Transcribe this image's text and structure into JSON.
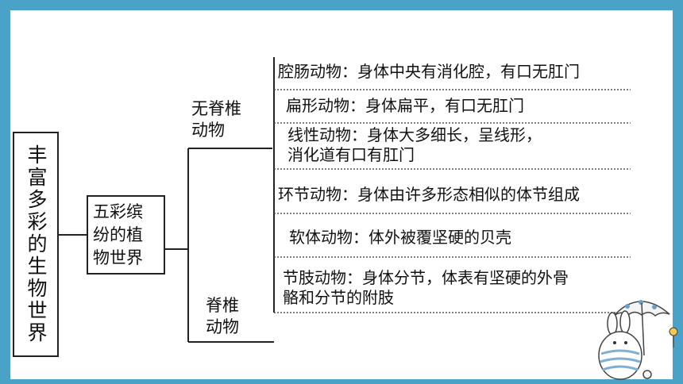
{
  "colors": {
    "frame": "#4aa3c7",
    "line": "#222222",
    "dotted": "#555555"
  },
  "root": {
    "text": "丰富多彩的生物世界"
  },
  "middle": {
    "line1": "五彩缤",
    "line2": "纷的植",
    "line3": "物世界"
  },
  "branches": {
    "invertebrate_line1": "无脊椎",
    "invertebrate_line2": "动物",
    "vertebrate_line1": "脊椎",
    "vertebrate_line2": "动物"
  },
  "items": [
    {
      "lines": [
        "腔肠动物：身体中央有消化腔，有口无肛门"
      ]
    },
    {
      "lines": [
        "扁形动物：身体扁平，有口无肛门"
      ]
    },
    {
      "lines": [
        "线性动物：身体大多细长，呈线形，",
        "消化道有口有肛门"
      ]
    },
    {
      "lines": [
        "环节动物：身体由许多形态相似的体节组成"
      ]
    },
    {
      "lines": [
        "软体动物：体外被覆坚硬的贝壳"
      ]
    },
    {
      "lines": [
        "节肢动物：身体分节，体表有坚硬的外骨",
        "骼和分节的附肢"
      ]
    }
  ],
  "mascot": {
    "icon": "rabbit-with-umbrella-icon"
  }
}
